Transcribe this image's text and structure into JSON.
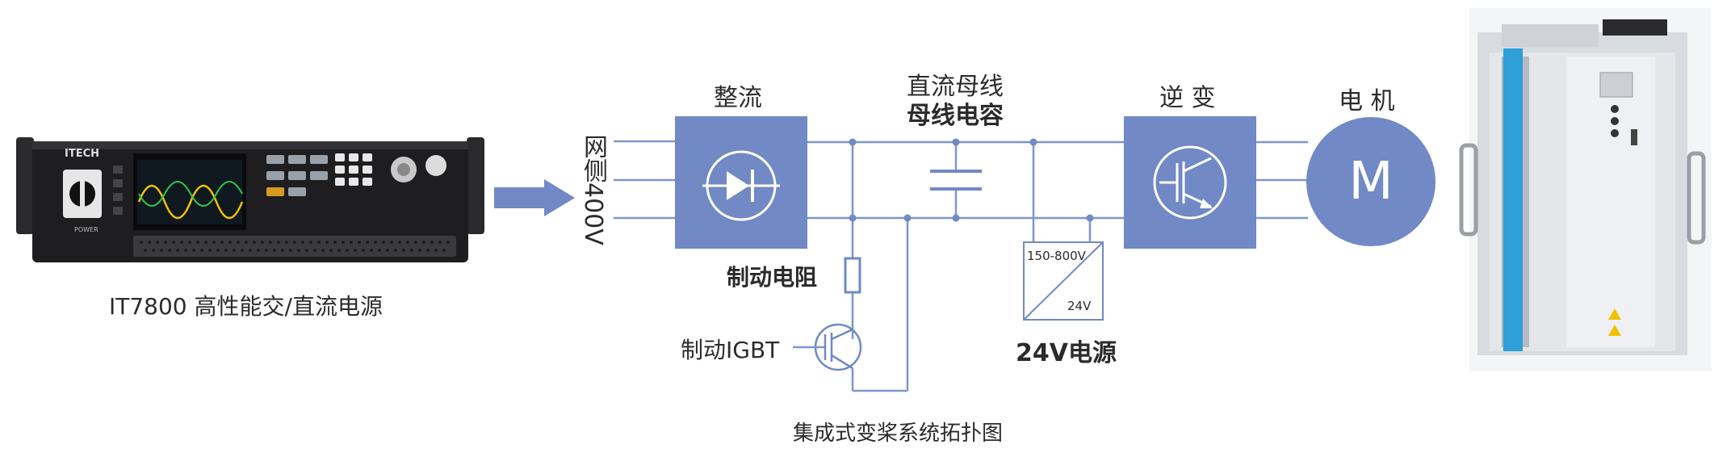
{
  "source_device": {
    "caption": "IT7800 高性能交/直流电源",
    "brand": "ITECH",
    "power_label": "POWER"
  },
  "grid": {
    "label_line1": "网侧",
    "label_line2": "400V"
  },
  "blocks": {
    "rectifier": "整流",
    "dc_bus": "直流母线",
    "bus_capacitor": "母线电容",
    "inverter": "逆 变",
    "motor": "电 机",
    "motor_symbol": "M"
  },
  "brake": {
    "resistor": "制动电阻",
    "igbt": "制动IGBT"
  },
  "psu": {
    "range": "150-800V",
    "output": "24V",
    "label": "24V电源"
  },
  "diagram_caption": "集成式变桨系统拓扑图",
  "colors": {
    "accent": "#7189c4",
    "line": "#7f95cc",
    "text": "#2b2b2b"
  }
}
